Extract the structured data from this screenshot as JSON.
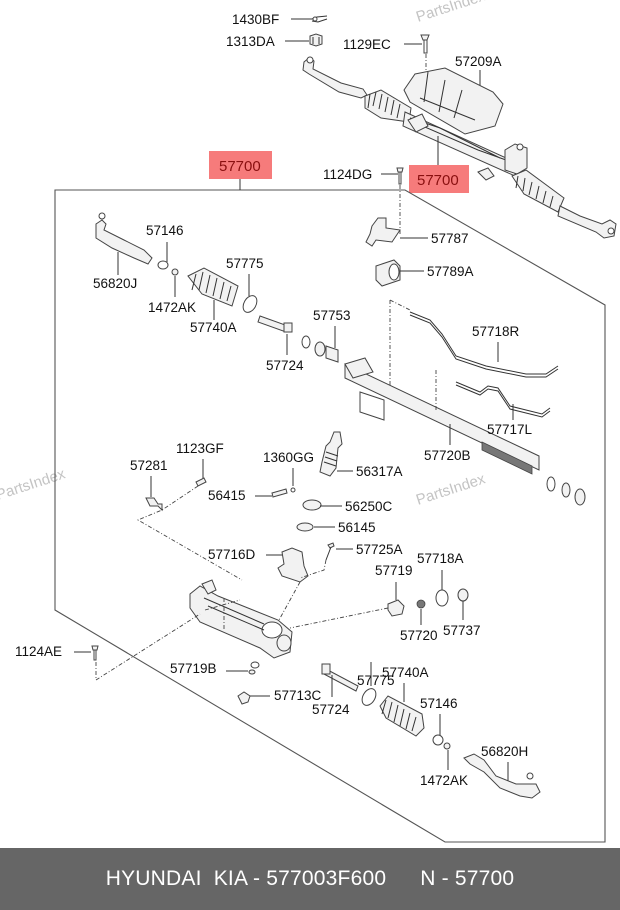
{
  "watermark": "PartsIndex",
  "highlight_color": "#f67b7b",
  "footer": {
    "brand": "HYUNDAI  KIA - 577003F600",
    "ref": "N - 57700"
  },
  "top_assembly": {
    "labels": {
      "p1430BF": "1430BF",
      "p1313DA": "1313DA",
      "p1129EC": "1129EC",
      "p57209A": "57209A",
      "p57700": "57700",
      "p1124DG": "1124DG"
    }
  },
  "exploded": {
    "main_label": "57700",
    "labels": {
      "p57146_l": "57146",
      "p56820J": "56820J",
      "p1472AK_l": "1472AK",
      "p57775_l": "57775",
      "p57740A_l": "57740A",
      "p57787": "57787",
      "p57789A": "57789A",
      "p57753": "57753",
      "p57724_l": "57724",
      "p57718R": "57718R",
      "p57717L": "57717L",
      "p57720B": "57720B",
      "p57281": "57281",
      "p1123GF": "1123GF",
      "p1360GG": "1360GG",
      "p56317A": "56317A",
      "p56415": "56415",
      "p56250C": "56250C",
      "p56145": "56145",
      "p57716D": "57716D",
      "p57725A": "57725A",
      "p57718A": "57718A",
      "p57719": "57719",
      "p57720": "57720",
      "p57737": "57737",
      "p1124AE": "1124AE",
      "p57719B": "57719B",
      "p57775_r": "57775",
      "p57740A_r": "57740A",
      "p57713C": "57713C",
      "p57724_r": "57724",
      "p57146_r": "57146",
      "p56820H": "56820H",
      "p1472AK_r": "1472AK"
    }
  }
}
